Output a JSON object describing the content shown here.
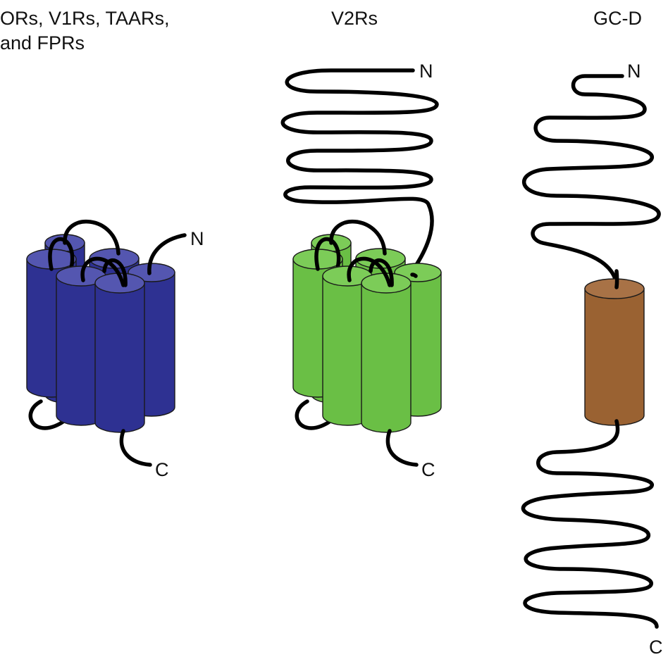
{
  "panels": [
    {
      "id": "gpcr",
      "title_lines": [
        "ORs, V1Rs, TAARs,",
        "and FPRs"
      ],
      "n_label": "N",
      "c_label": "C",
      "fill_color": "#2e3192",
      "top_color": "#5456b0"
    },
    {
      "id": "v2r",
      "title_lines": [
        "V2Rs"
      ],
      "n_label": "N",
      "c_label": "C",
      "fill_color": "#6abf45",
      "top_color": "#7ccc58"
    },
    {
      "id": "gcd",
      "title_lines": [
        "GC-D"
      ],
      "n_label": "N",
      "c_label": "C",
      "fill_color": "#9a6232",
      "top_color": "#a87246"
    }
  ]
}
